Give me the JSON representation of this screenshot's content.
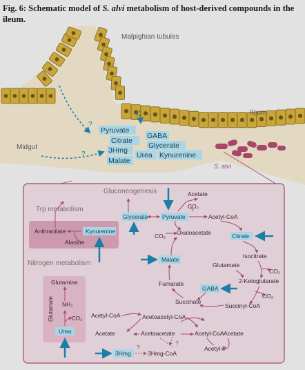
{
  "figure": {
    "label": "Fig. 6:",
    "title_pre": " Schematic model of ",
    "species": "S. alvi",
    "title_post": " metabolism of host-derived compounds in the ileum."
  },
  "regions": {
    "malpighian": "Malpighian tubules",
    "ileum": "Ileum",
    "midgut": "Midgut",
    "salvi": "S. alvi"
  },
  "host_compounds": [
    "Pyruvate",
    "GABA",
    "Citrate",
    "Glycerate",
    "3Hmg",
    "Urea",
    "Kynurenine",
    "Malate"
  ],
  "pathways": {
    "gluconeogenesis": "Gluconeogenesis",
    "trp": "Trp metabolism",
    "nitrogen": "Nitrogen metabolism"
  },
  "metabolites": {
    "acetate": "Acetate",
    "co2": "CO₂",
    "glycerate": "Glycerate",
    "pyruvate": "Pyruvate",
    "acetylcoa": "Acetyl-CoA",
    "oxaloacetate": "Oxaloacetate",
    "citrate": "Citrate",
    "isocitrate": "Isocitrate",
    "malate": "Malate",
    "glutamate": "Glutamate",
    "ketoglutarate": "2-Ketoglutarate",
    "fumarate": "Fumarate",
    "gaba": "GABA",
    "succinate": "Succinate",
    "succinylcoa": "Succinyl-CoA",
    "anthranilate": "Anthranilate",
    "kynurenine": "Kynurenine",
    "alanine": "Alanine",
    "glutamine": "Glutamine",
    "glutamate_vert": "Glutamate",
    "nh3": "NH₃",
    "urea": "Urea",
    "acetoacetylcoa": "Acetoacetyl-CoA",
    "acetoacetate": "Acetoacetate",
    "acetylp": "Acetyl-P",
    "hmg": "3Hmg",
    "hmgcoa": "3Hmg-CoA",
    "question": "?"
  },
  "colors": {
    "background": "#e2e2e2",
    "gut_wall": "#e3d8c2",
    "epithelium": "#c8a63a",
    "epithelium_stroke": "#7a6018",
    "nucleus": "#6a5218",
    "bacteria": "#a8466a",
    "panel_fill": "#e0cfd6",
    "panel_border": "#a24668",
    "trp_box": "#cc99ad",
    "nitrogen_box": "#d8b4c3",
    "host_compound": "#a9d6e6",
    "arrow_blue": "#1a7ea8",
    "arrow_pink": "#a34a6b"
  }
}
